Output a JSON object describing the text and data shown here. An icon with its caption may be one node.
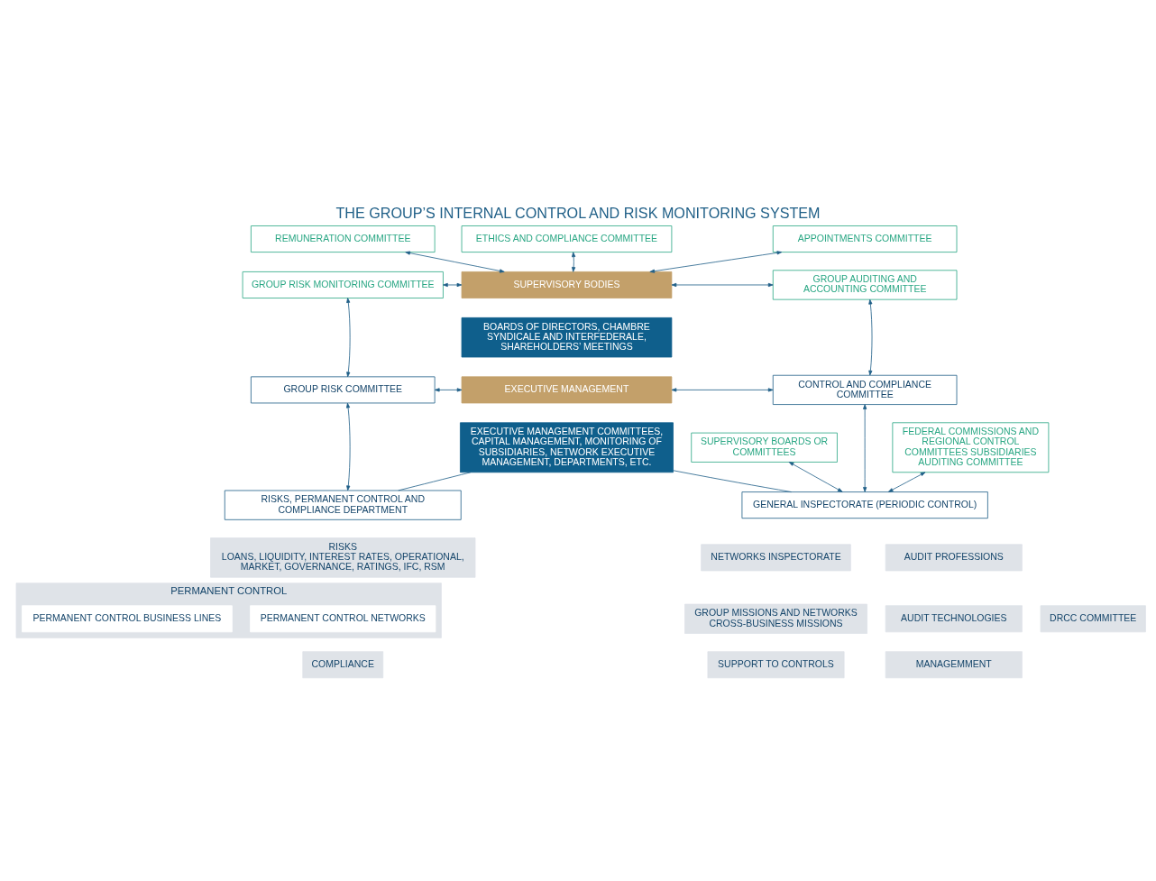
{
  "diagram": {
    "title": "THE GROUP’S INTERNAL CONTROL AND RISK MONITORING SYSTEM",
    "nodes": [
      {
        "text": [
          "REMUNERATION COMMITTEE"
        ]
      },
      {
        "text": [
          "ETHICS AND COMPLIANCE COMMITTEE"
        ]
      },
      {
        "text": [
          "APPOINTMENTS COMMITTEE"
        ]
      },
      {
        "text": [
          "GROUP RISK MONITORING COMMITTEE"
        ]
      },
      {
        "text": [
          "SUPERVISORY BODIES"
        ]
      },
      {
        "text": [
          "BOARDS OF DIRECTORS, CHAMBRE SYNDICALE AND INTERFEDERALE, SHAREHOLDERS’ MEETINGS"
        ]
      },
      {
        "text": [
          "GROUP AUDITING AND ACCOUNTING COMMITTEE"
        ]
      },
      {
        "text": [
          "GROUP RISK COMMITTEE"
        ]
      },
      {
        "text": [
          "EXECUTIVE MANAGEMENT"
        ]
      },
      {
        "text": [
          "EXECUTIVE MANAGEMENT COMMITTEES, CAPITAL MANAGEMENT, MONITORING OF SUBSIDIARIES, NETWORK EXECUTIVE MANAGEMENT, DEPARTMENTS, ETC."
        ]
      },
      {
        "text": [
          "CONTROL AND COMPLIANCE COMMITTEE"
        ]
      },
      {
        "text": [
          "FEDERAL COMMISSIONS AND REGIONAL CONTROL COMMITTEES SUBSIDIARIES AUDITING COMMITTEE"
        ]
      },
      {
        "text": [
          "SUPERVISORY BOARDS OR COMMITTEES"
        ]
      },
      {
        "text": [
          "RISKS, PERMANENT CONTROL AND COMPLIANCE DEPARTMENT"
        ]
      },
      {
        "text": [
          "GENERAL INSPECTORATE (PERIODIC CONTROL)"
        ]
      },
      {
        "text": [
          "RISKS",
          "LOANS, LIQUIDITY, INTEREST RATES, OPERATIONAL, MARKET, GOVERNANCE, RATINGS, IFC, RSM"
        ]
      },
      {
        "text": [
          "PERMANENT CONTROL"
        ]
      },
      {
        "text": [
          "PERMANENT CONTROL NETWORKS"
        ],
        "in": 16
      },
      {
        "text": [
          "PERMANENT CONTROL BUSINESS LINES"
        ],
        "in": 16
      },
      {
        "text": [
          "COMPLIANCE"
        ]
      },
      {
        "text": [
          "DRCC COMMITTEE"
        ]
      },
      {
        "text": [
          "NETWORKS INSPECTORATE"
        ]
      },
      {
        "text": [
          "AUDIT PROFESSIONS"
        ]
      },
      {
        "text": [
          "GROUP MISSIONS AND NETWORKS",
          "CROSS-BUSINESS MISSIONS"
        ]
      },
      {
        "text": [
          "AUDIT TECHNOLOGIES"
        ]
      },
      {
        "text": [
          "SUPPORT TO CONTROLS"
        ]
      },
      {
        "text": [
          "MANAGEMMENT"
        ]
      }
    ],
    "edges": [
      {
        "from": 4,
        "to": 0,
        "arrow": "both"
      },
      {
        "from": 4,
        "to": 1,
        "arrow": "both"
      },
      {
        "from": 4,
        "to": 2,
        "arrow": "both"
      },
      {
        "from": 3,
        "to": 4,
        "arrow": "both"
      },
      {
        "from": 4,
        "to": 6,
        "arrow": "both"
      },
      {
        "from": 3,
        "to": 7,
        "arrow": "both"
      },
      {
        "from": 6,
        "to": 10,
        "arrow": "both"
      },
      {
        "from": 7,
        "to": 8,
        "arrow": "both"
      },
      {
        "from": 8,
        "to": 10,
        "arrow": "both"
      },
      {
        "from": 7,
        "to": 13,
        "arrow": "both"
      },
      {
        "from": 10,
        "to": 14,
        "arrow": "both"
      },
      {
        "from": 11,
        "to": 14,
        "arrow": "both"
      },
      {
        "from": 12,
        "to": 14,
        "arrow": "both"
      },
      {
        "from": 9,
        "to": 13,
        "arrow": "none"
      },
      {
        "from": 9,
        "to": 14,
        "arrow": "none"
      }
    ]
  }
}
